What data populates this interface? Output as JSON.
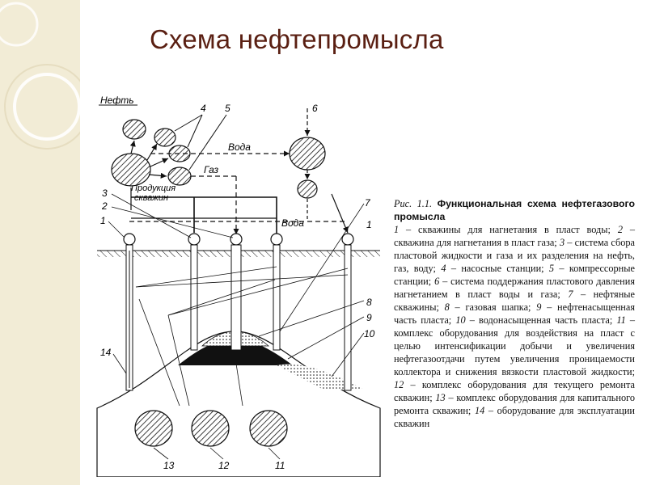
{
  "slide": {
    "title": "Схема нефтепромысла"
  },
  "diagram": {
    "labels": {
      "oil": "Нефть",
      "water_top": "Вода",
      "gas": "Газ",
      "production": "Продукция",
      "wells": "скважин",
      "water_lower": "Вода"
    },
    "numbers": {
      "n1a": "1",
      "n1b": "1",
      "n2": "2",
      "n3": "3",
      "n4": "4",
      "n5": "5",
      "n6": "6",
      "n7": "7",
      "n8": "8",
      "n9": "9",
      "n10": "10",
      "n11": "11",
      "n12": "12",
      "n13": "13",
      "n14": "14"
    }
  },
  "caption": {
    "fig_label": "Рис. 1.1.",
    "fig_title": "Функциональная схема нефтегазового промысла",
    "items": [
      {
        "num": "1",
        "text": " – скважины для нагнетания в пласт воды;"
      },
      {
        "num": "2",
        "text": " – скважина для нагнетания в пласт газа;"
      },
      {
        "num": "3",
        "text": " – система сбора пластовой жидкости и газа и их разделения на нефть, газ, воду;"
      },
      {
        "num": "4",
        "text": " – насосные станции;"
      },
      {
        "num": "5",
        "text": " – компрессорные станции;"
      },
      {
        "num": "6",
        "text": " – система поддержания пластового давления нагнетанием в пласт воды и газа;"
      },
      {
        "num": "7",
        "text": " – нефтяные скважины;"
      },
      {
        "num": "8",
        "text": " – газовая шапка;"
      },
      {
        "num": "9",
        "text": " – нефтенасыщенная часть пласта;"
      },
      {
        "num": "10",
        "text": " – водонасыщенная часть пласта;"
      },
      {
        "num": "11",
        "text": " – комплекс оборудования для воздействия на пласт с целью интенсификации добычи и увеличения нефтегазоотдачи путем увеличения проницаемости коллектора и снижения вязкости пластовой жидкости;"
      },
      {
        "num": "12",
        "text": " – комплекс оборудования для текущего ремонта скважин;"
      },
      {
        "num": "13",
        "text": " – комплекс оборудования для капитального ремонта скважин;"
      },
      {
        "num": "14",
        "text": " – оборудование для эксплуатации скважин"
      }
    ]
  },
  "colors": {
    "left_band": "#f2ecd6",
    "title": "#5a1f12",
    "ink": "#111111"
  }
}
